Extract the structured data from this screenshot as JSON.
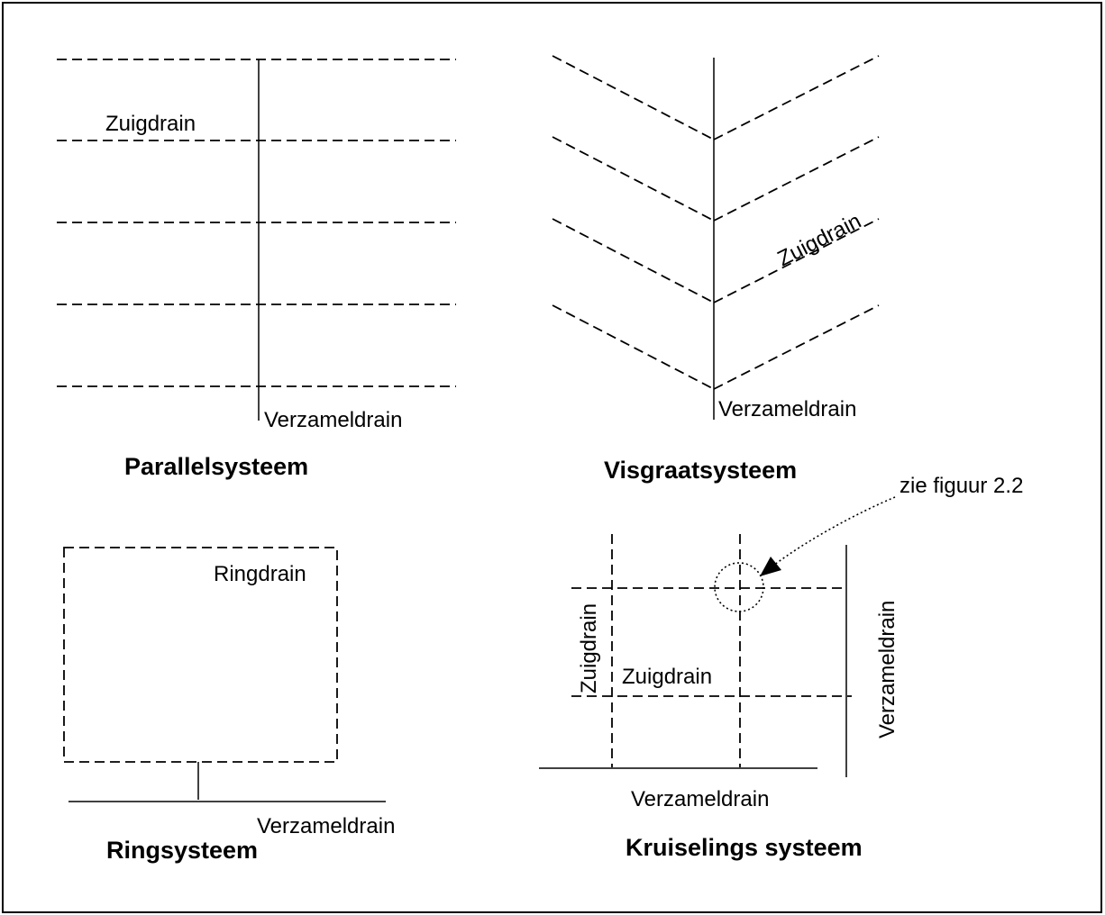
{
  "parallel": {
    "title": "Parallelsysteem",
    "label_zuigdrain": "Zuigdrain",
    "label_verzameldrain": "Verzameldrain"
  },
  "visgraat": {
    "title": "Visgraatsysteem",
    "label_zuigdrain": "Zuigdrain",
    "label_verzameldrain": "Verzameldrain"
  },
  "ring": {
    "title": "Ringsysteem",
    "label_ringdrain": "Ringdrain",
    "label_verzameldrain": "Verzameldrain"
  },
  "kruiselings": {
    "title": "Kruiselings systeem",
    "label_zuigdrain_vertical": "Zuigdrain",
    "label_zuigdrain_horizontal": "Zuigdrain",
    "label_verzameldrain_vertical": "Verzameldrain",
    "label_verzameldrain_bottom": "Verzameldrain",
    "callout": "zie figuur 2.2"
  }
}
